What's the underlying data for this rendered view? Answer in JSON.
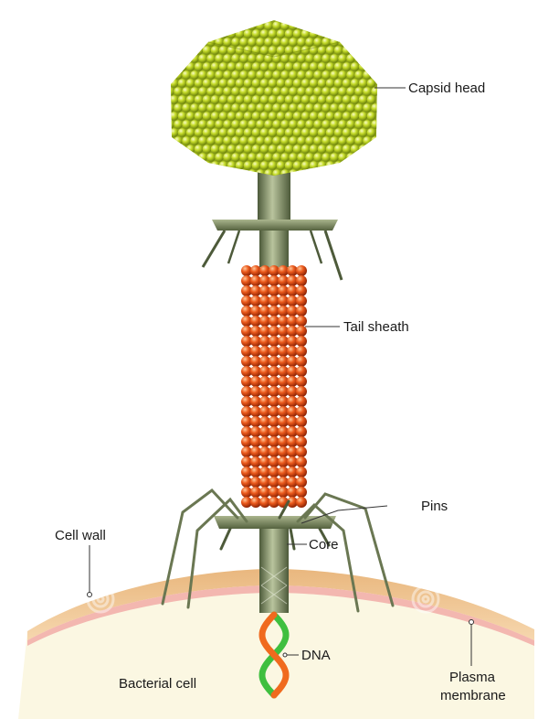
{
  "diagram": {
    "labels": {
      "capsid_head": "Capsid head",
      "tail_sheath": "Tail sheath",
      "pins": "Pins",
      "cell_wall": "Cell wall",
      "core": "Core",
      "dna": "DNA",
      "bacterial_cell": "Bacterial cell",
      "plasma_membrane_line1": "Plasma",
      "plasma_membrane_line2": "membrane"
    },
    "colors": {
      "capsid": "#c6dc2a",
      "capsid_light": "#eef58e",
      "capsid_dark": "#7d9410",
      "tail_sheath": "#e0501a",
      "tail_sheath_light": "#ff9b5c",
      "tail_sheath_dark": "#9c2a06",
      "core_tube": "#8a9a6e",
      "core_tube_dark": "#4d5a3a",
      "cell_wall": "#f0c896",
      "plasma_membrane": "#f3b7b0",
      "bacterial_cell": "#fbf7e2",
      "dna_strand_green": "#3fbf3f",
      "dna_strand_orange": "#f06a1e"
    },
    "icons": [
      "watermark-swirl-icon",
      "watermark-swirl-icon",
      "watermark-swirl-icon",
      "watermark-swirl-icon"
    ]
  }
}
